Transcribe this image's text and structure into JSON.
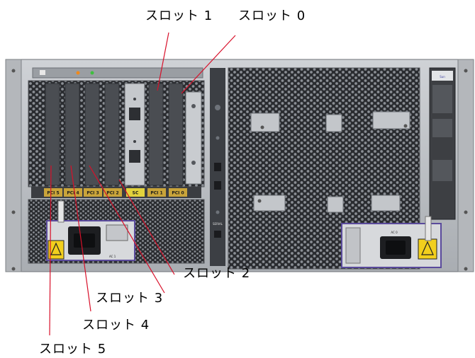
{
  "callouts": {
    "slot0": "スロット 0",
    "slot1": "スロット 1",
    "slot2": "スロット 2",
    "slot3": "スロット 3",
    "slot4": "スロット 4",
    "slot5": "スロット 5"
  },
  "slot_tags": {
    "pci5": "PCI 5",
    "pci4": "PCI 4",
    "pci3": "PCI 3",
    "pci2": "PCI 2",
    "sc": "SC",
    "pci1": "PCI 1",
    "pci0": "PCI 0"
  },
  "port_labels": {
    "serial": "SERIAL"
  },
  "brand": {
    "logo_text": "Sun"
  },
  "power_labels": {
    "left": "AC 1",
    "right": "AC 0"
  },
  "colors": {
    "chassis": "#b9bcc0",
    "chassis_dark": "#8d9095",
    "filler_plate": "#4a4d52",
    "tag_gold": "#c9a43a",
    "tag_sc": "#e2d23c",
    "warning_yellow": "#f2cf1d",
    "power_purple": "#5a4a9c",
    "leader_red": "#d8102a",
    "vent_dark": "#3a3d42"
  }
}
